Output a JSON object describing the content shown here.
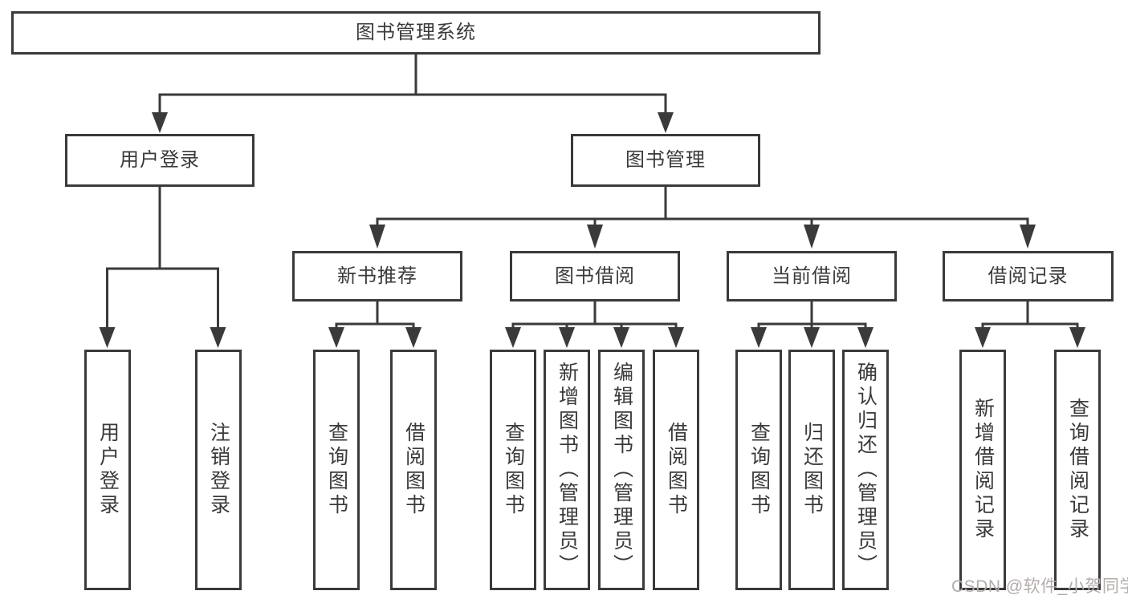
{
  "diagram": {
    "root": {
      "id": "system",
      "label": "图书管理系统"
    },
    "branches": [
      {
        "id": "user-login-group",
        "label": "用户登录",
        "children": [
          {
            "id": "user-login",
            "label": "用户登录"
          },
          {
            "id": "logout",
            "label": "注销登录"
          }
        ]
      },
      {
        "id": "book-management",
        "label": "图书管理",
        "children": [
          {
            "id": "new-book-recommend",
            "label": "新书推荐",
            "children": [
              {
                "id": "query-books",
                "label": "查询图书"
              },
              {
                "id": "borrow-books",
                "label": "借阅图书"
              }
            ]
          },
          {
            "id": "book-borrowing",
            "label": "图书借阅",
            "children": [
              {
                "id": "query-books",
                "label": "查询图书"
              },
              {
                "id": "add-book-admin",
                "label": "新增图书（管理员）"
              },
              {
                "id": "edit-book-admin",
                "label": "编辑图书（管理员）"
              },
              {
                "id": "borrow-books",
                "label": "借阅图书"
              }
            ]
          },
          {
            "id": "current-borrowing",
            "label": "当前借阅",
            "children": [
              {
                "id": "query-books",
                "label": "查询图书"
              },
              {
                "id": "return-book",
                "label": "归还图书"
              },
              {
                "id": "confirm-return-admin",
                "label": "确认归还（管理员）"
              }
            ]
          },
          {
            "id": "borrowing-records",
            "label": "借阅记录",
            "children": [
              {
                "id": "add-borrow-record",
                "label": "新增借阅记录"
              },
              {
                "id": "query-borrow-record",
                "label": "查询借阅记录"
              }
            ]
          }
        ]
      }
    ],
    "watermark": "CSDN @软件_小贺同学"
  },
  "colors": {
    "line": "#3a3a3a",
    "text": "#3a3a3a",
    "watermark": "#b3acab",
    "background": "#ffffff"
  }
}
